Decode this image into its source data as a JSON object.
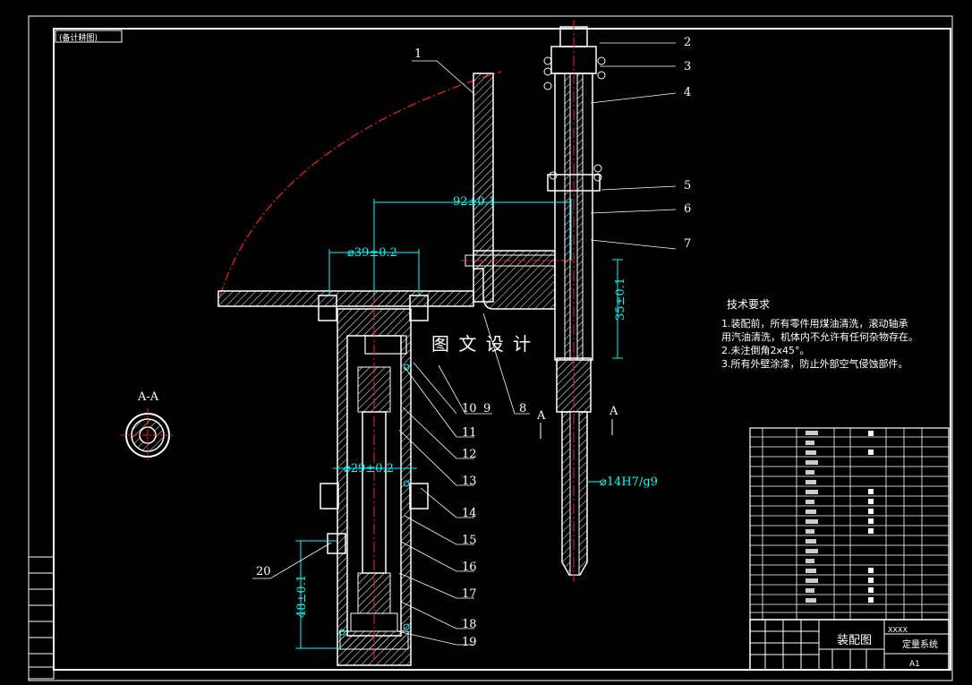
{
  "drawing": {
    "top_left_tag": "(备计耕图)",
    "watermark": "图 文 设 计",
    "section_label": "A-A",
    "section_arrow_letter": "A",
    "dimensions": {
      "d92": "92±0.1",
      "d39": "⌀39±0.2",
      "d29": "⌀29±0.2",
      "d35": "35±0.1",
      "d48": "48±0.1",
      "fit": "⌀14H7/g9"
    },
    "part_numbers": [
      "1",
      "2",
      "3",
      "4",
      "5",
      "6",
      "7",
      "8",
      "9",
      "10",
      "11",
      "12",
      "13",
      "14",
      "15",
      "16",
      "17",
      "18",
      "19",
      "20"
    ]
  },
  "tech_requirements": {
    "title": "技术要求",
    "lines": [
      "1.装配前，所有零件用煤油清洗，滚动轴承",
      "用汽油清洗，机体内不允许有任何杂物存在。",
      "2.未注倒角2x45°。",
      "3.所有外壁涂漆，防止外部空气侵蚀部件。"
    ]
  },
  "title_block": {
    "drawing_name": "装配图",
    "project": "定量系统",
    "sheet_size": "A1",
    "school": "XXXX"
  },
  "colors": {
    "background": "#000000",
    "outline": "#ffffff",
    "dimension": "#00ffff",
    "centerline": "#ff2020",
    "hatch": "#ffffff"
  }
}
